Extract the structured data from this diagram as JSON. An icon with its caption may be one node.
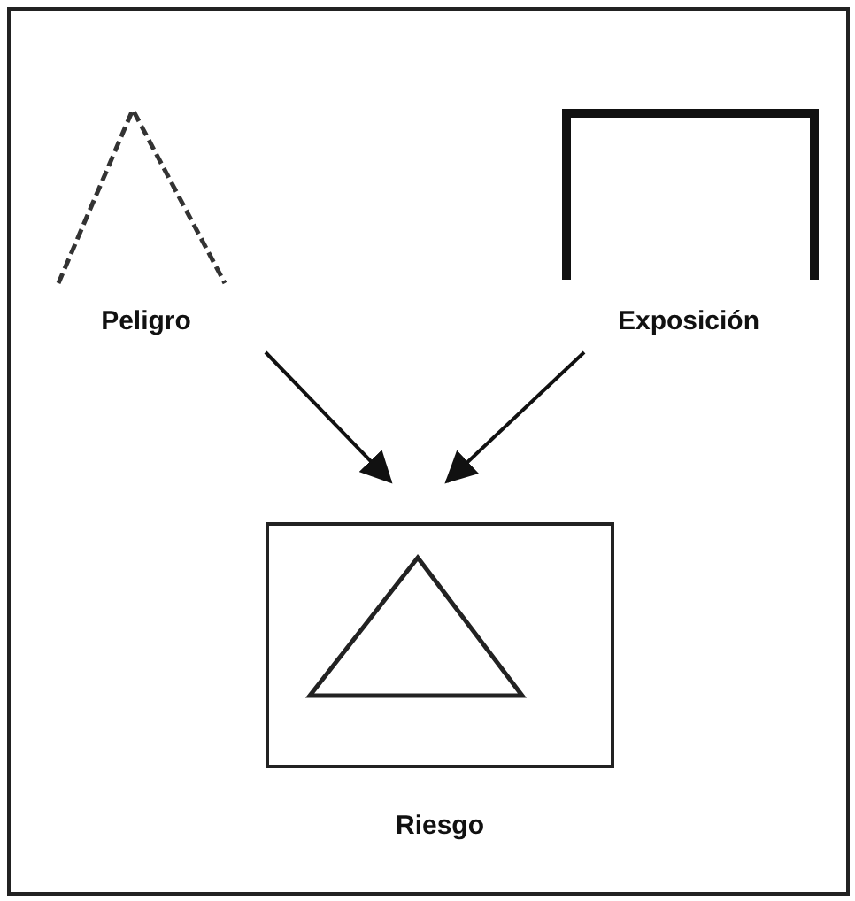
{
  "diagram": {
    "nodes": [
      {
        "text": [
          "Peligro"
        ]
      },
      {
        "text": [
          "Exposición"
        ]
      },
      {
        "text": [
          "Riesgo"
        ]
      }
    ],
    "edges": [
      {
        "from": 0,
        "to": 2,
        "arrow": "to"
      },
      {
        "from": 1,
        "to": 2,
        "arrow": "to"
      }
    ]
  }
}
